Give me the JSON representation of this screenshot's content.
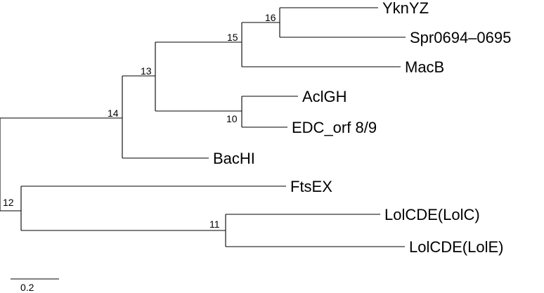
{
  "tree": {
    "leaves": {
      "yknyz": "YknYZ",
      "spr": "Spr0694–0695",
      "macb": "MacB",
      "aclgh": "AclGH",
      "edc": "EDC_orf 8/9",
      "bachi": "BacHI",
      "ftsex": "FtsEX",
      "lolc": "LolCDE(LolC)",
      "lole": "LolCDE(LolE)"
    },
    "nodes": {
      "n16": "16",
      "n15": "15",
      "n13": "13",
      "n14": "14",
      "n10": "10",
      "n12": "12",
      "n11": "11"
    },
    "scale_bar": {
      "label": "0.2"
    }
  }
}
